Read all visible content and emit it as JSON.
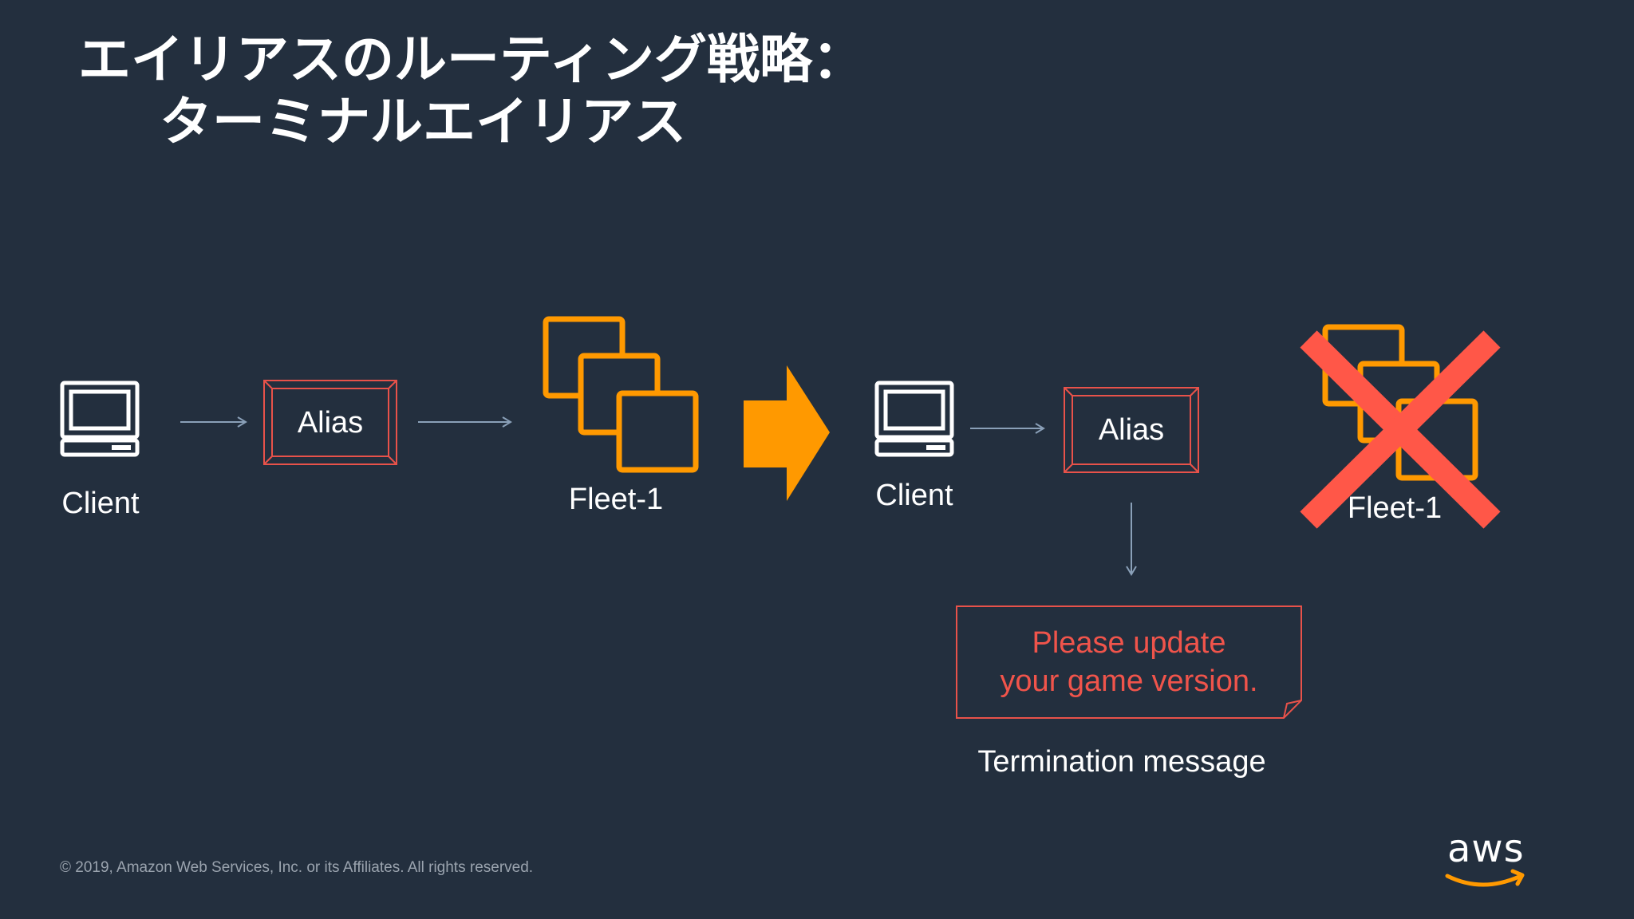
{
  "title": {
    "line1": "エイリアスのルーティング戦略：",
    "line2": "ターミナルエイリアス"
  },
  "diagram": {
    "before": {
      "client_label": "Client",
      "alias_label": "Alias",
      "fleet_label": "Fleet-1"
    },
    "after": {
      "client_label": "Client",
      "alias_label": "Alias",
      "fleet_label": "Fleet-1",
      "message_line1": "Please update",
      "message_line2": "your game version.",
      "message_caption": "Termination message"
    }
  },
  "footer": {
    "copyright": "© 2019, Amazon Web Services, Inc. or its Affiliates. All rights reserved.",
    "logo_text": "aws"
  },
  "colors": {
    "background": "#232f3e",
    "alias_border": "#e8524a",
    "fleet": "#ff9900",
    "transition_arrow": "#ff9900",
    "cross": "#ff5748",
    "message_text": "#f0544b",
    "connector": "#8aa0b8"
  }
}
